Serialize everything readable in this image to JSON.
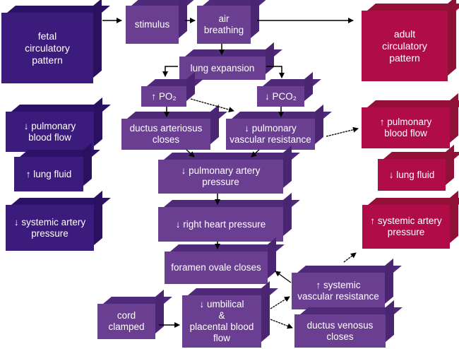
{
  "diagram": {
    "title": "Transition from fetal to adult circulatory pattern",
    "colors": {
      "fetal": "#3b1b7c",
      "process": "#6a3f91",
      "adult": "#b00d48",
      "arrow": "#000000",
      "text": "#ffffff"
    },
    "nodes": {
      "fetal_pattern": "fetal\ncirculatory\npattern",
      "stimulus": "stimulus",
      "air_breathing": "air\nbreathing",
      "adult_pattern": "adult\ncirculatory\npattern",
      "lung_expansion": "lung expansion",
      "po2_up": "↑ PO₂",
      "pco2_down": "↓ PCO₂",
      "fetal_pulm_blood_flow": "↓ pulmonary\nblood flow",
      "fetal_lung_fluid": "↑ lung fluid",
      "fetal_systemic_artery": "↓ systemic artery\npressure",
      "ductus_arteriosus": "ductus arteriosus\ncloses",
      "pulm_vascular_resistance": "↓ pulmonary\nvascular resistance",
      "pulm_artery_pressure": "↓ pulmonary artery\npressure",
      "right_heart_pressure": "↓ right heart pressure",
      "foramen_ovale": "foramen ovale closes",
      "cord_clamped": "cord\nclamped",
      "umbilical_flow": "↓ umbilical\n&\nplacental blood\nflow",
      "systemic_vascular_resistance": "↑ systemic\nvascular resistance",
      "ductus_venosus": "ductus venosus\ncloses",
      "adult_pulm_blood_flow": "↑ pulmonary\nblood flow",
      "adult_lung_fluid": "↓ lung fluid",
      "adult_systemic_artery": "↑ systemic artery\npressure"
    },
    "edges": [
      {
        "from": "fetal_pattern",
        "to": "stimulus"
      },
      {
        "from": "stimulus",
        "to": "air_breathing"
      },
      {
        "from": "air_breathing",
        "to": "adult_pattern"
      },
      {
        "from": "air_breathing",
        "to": "lung_expansion"
      },
      {
        "from": "lung_expansion",
        "to": "po2_up"
      },
      {
        "from": "lung_expansion",
        "to": "pco2_down"
      },
      {
        "from": "po2_up",
        "to": "ductus_arteriosus"
      },
      {
        "from": "po2_up",
        "to": "pulm_vascular_resistance"
      },
      {
        "from": "pco2_down",
        "to": "pulm_vascular_resistance"
      },
      {
        "from": "pulm_vascular_resistance",
        "to": "adult_pulm_blood_flow"
      },
      {
        "from": "ductus_arteriosus",
        "to": "pulm_artery_pressure"
      },
      {
        "from": "pulm_vascular_resistance",
        "to": "pulm_artery_pressure"
      },
      {
        "from": "pulm_artery_pressure",
        "to": "right_heart_pressure"
      },
      {
        "from": "right_heart_pressure",
        "to": "foramen_ovale"
      },
      {
        "from": "cord_clamped",
        "to": "umbilical_flow"
      },
      {
        "from": "umbilical_flow",
        "to": "systemic_vascular_resistance"
      },
      {
        "from": "umbilical_flow",
        "to": "ductus_venosus"
      },
      {
        "from": "systemic_vascular_resistance",
        "to": "foramen_ovale"
      },
      {
        "from": "systemic_vascular_resistance",
        "to": "adult_systemic_artery"
      }
    ]
  }
}
